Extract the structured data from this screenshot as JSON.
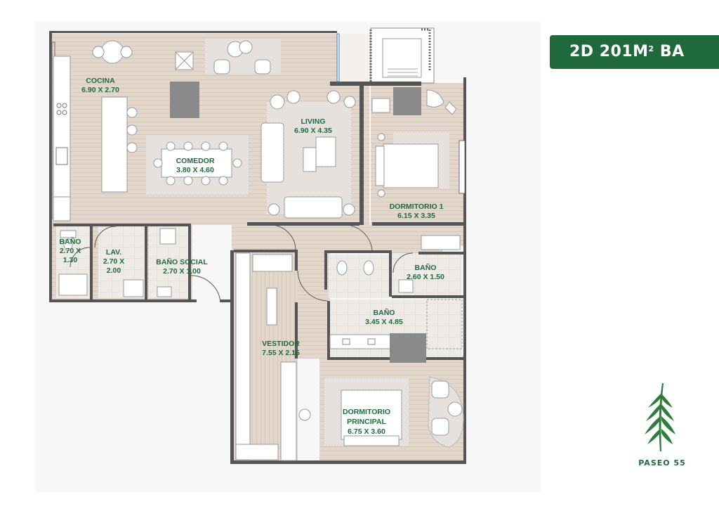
{
  "badge": {
    "main": "2D 201M",
    "sup": "2",
    "suffix": " BA"
  },
  "brand": "PASEO 55",
  "colors": {
    "wood": "#e3d6ca",
    "tile": "#eeeae5",
    "wall": "#555555",
    "accent": "#1f6a3c",
    "furniture": "#ffffff",
    "dark": "#8a8a8a"
  },
  "rooms": [
    {
      "id": "cocina",
      "name": "COCINA",
      "dims": "6.90 X 2.70"
    },
    {
      "id": "living",
      "name": "LIVING",
      "dims": "6.90 X 4.35"
    },
    {
      "id": "comedor",
      "name": "COMEDOR",
      "dims": "3.80 X 4.60"
    },
    {
      "id": "dormitorio1",
      "name": "DORMITORIO 1",
      "dims": "6.15 X 3.35"
    },
    {
      "id": "bano1",
      "name": "BAÑO",
      "name2": "2.70 X",
      "dims": "1.30"
    },
    {
      "id": "lav",
      "name": "LAV.",
      "name2": "2.70 X",
      "dims": "2.00"
    },
    {
      "id": "banosocial",
      "name": "BAÑO SOCIAL",
      "dims": "2.70 X 1.00"
    },
    {
      "id": "bano2",
      "name": "BAÑO",
      "dims": "2.60 X 1.50"
    },
    {
      "id": "bano3",
      "name": "BAÑO",
      "dims": "3.45 X 4.85"
    },
    {
      "id": "vestidor",
      "name": "VESTIDOR",
      "dims": "7.55 X 2.15"
    },
    {
      "id": "principal",
      "name": "DORMITORIO",
      "name2": "PRINCIPAL",
      "dims": "6.75 X 3.60"
    }
  ]
}
